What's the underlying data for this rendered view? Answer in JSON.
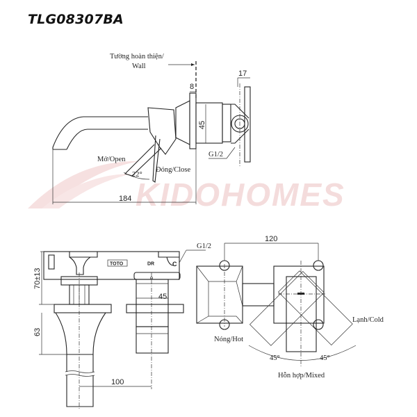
{
  "title": "TLG08307BA",
  "watermark": "KIDOHOMES",
  "side_view": {
    "wall_label_1": "Tường hoàn thiện/",
    "wall_label_2": "Wall",
    "dim_flange": "8",
    "dim_plate": "17",
    "dim_body": "45",
    "thread": "G1/2",
    "open_label": "Mở/Open",
    "close_label": "Đóng/Close",
    "angle": "22°",
    "dim_length": "184"
  },
  "front_view": {
    "brand": "TOTO",
    "mark_dr": "DR",
    "mark_c": "C",
    "thread": "G1/2",
    "dim_height": "70±13",
    "dim_spout": "63",
    "dim_cartridge": "45",
    "dim_offset": "100"
  },
  "top_view": {
    "dim_centers": "120",
    "hot_label": "Nóng/Hot",
    "cold_label": "Lạnh/Cold",
    "mixed_label": "Hỗn hợp/Mixed",
    "angle_left": "45°",
    "angle_right": "45°"
  }
}
